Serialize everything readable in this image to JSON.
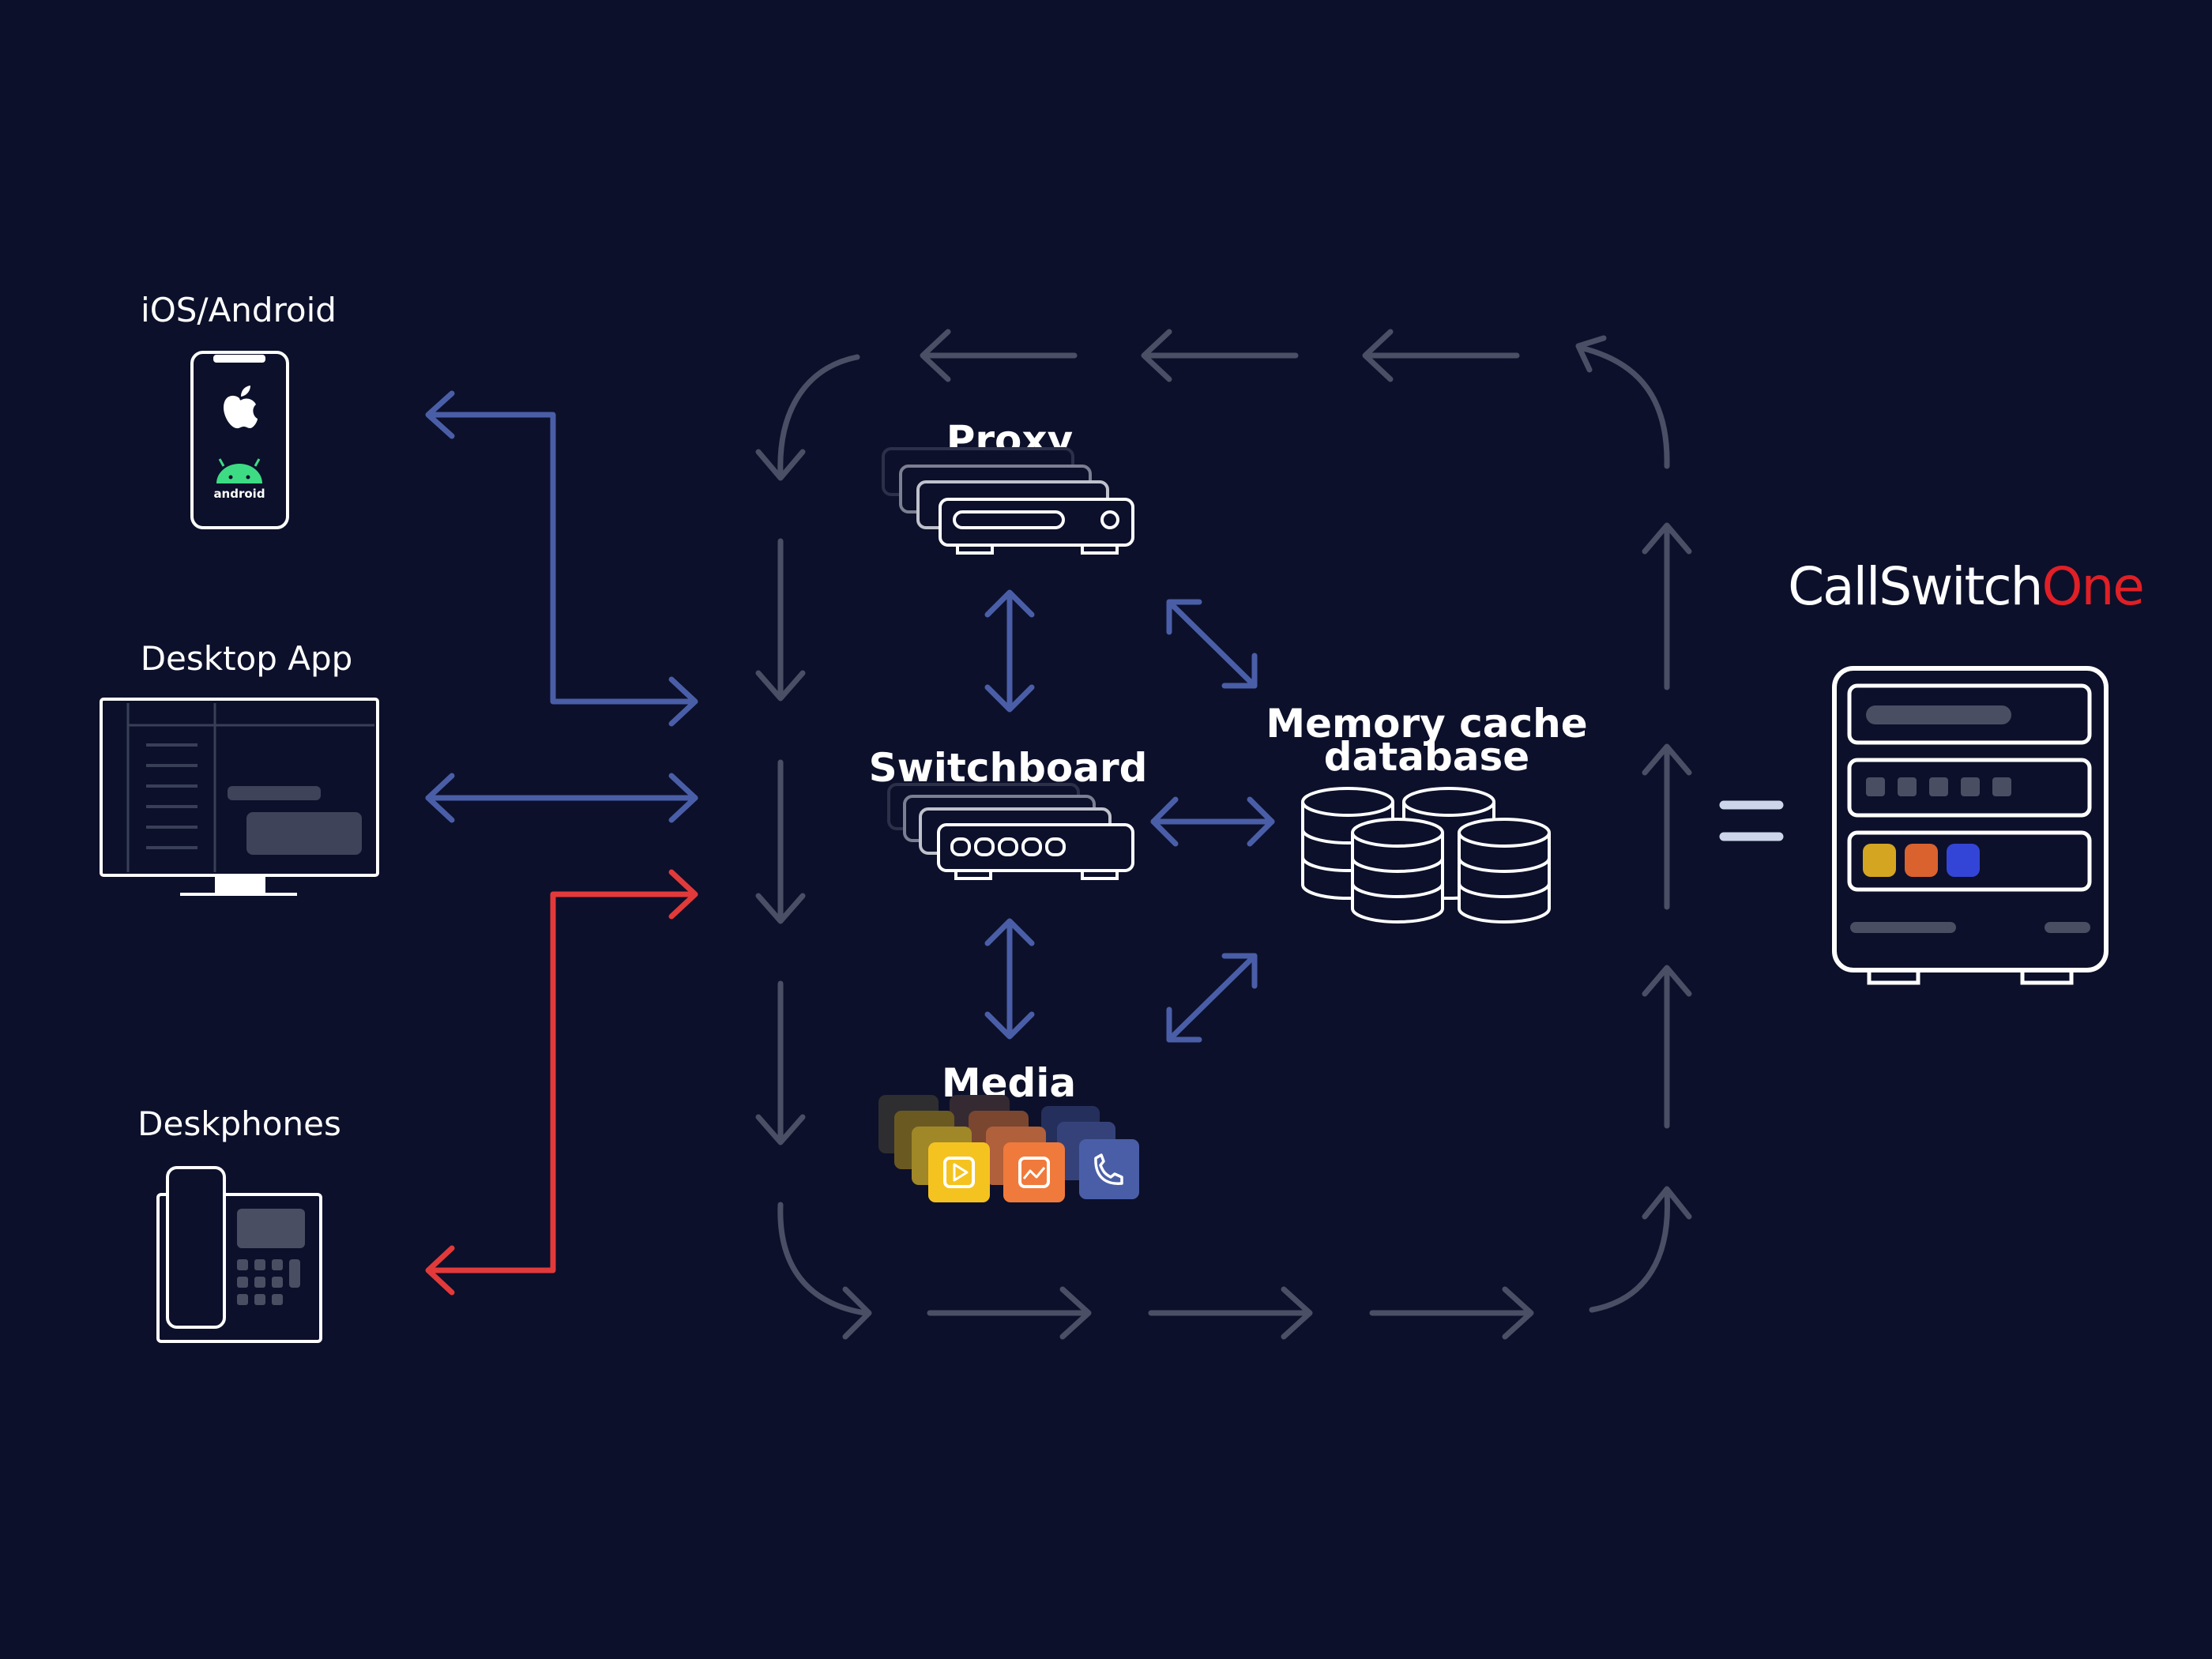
{
  "labels": {
    "ios_android": "iOS/Android",
    "android_logo_text": "android",
    "desktop_app": "Desktop App",
    "deskphones": "Deskphones",
    "proxy": "Proxy",
    "switchboard": "Switchboard",
    "media": "Media",
    "memory_cache_line1": "Memory cache",
    "memory_cache_line2": "database"
  },
  "brand": {
    "name_part1": "CallSwitch",
    "name_part2": "One"
  },
  "colors": {
    "background": "#0c102a",
    "blue_arrow": "#4a5ea8",
    "red_arrow": "#e23a3a",
    "loop_arrow": "#4b4f66",
    "line_white": "#ffffff",
    "brand_red": "#e01f26",
    "equals": "#cdd5ea",
    "media_yellow": "#f5c31f",
    "media_orange": "#f07a3c",
    "media_blue": "#4a5ea8",
    "server_yellow": "#d4a520",
    "server_orange": "#d9622f",
    "server_blue": "#3345d6",
    "android_green": "#3ddc84"
  },
  "icons": [
    "phone-icon",
    "apple-icon",
    "android-icon",
    "monitor-icon",
    "deskphone-icon",
    "proxy-server-icon",
    "switchboard-server-icon",
    "media-files-icon",
    "database-icon",
    "callswitch-server-icon",
    "equals-icon"
  ]
}
